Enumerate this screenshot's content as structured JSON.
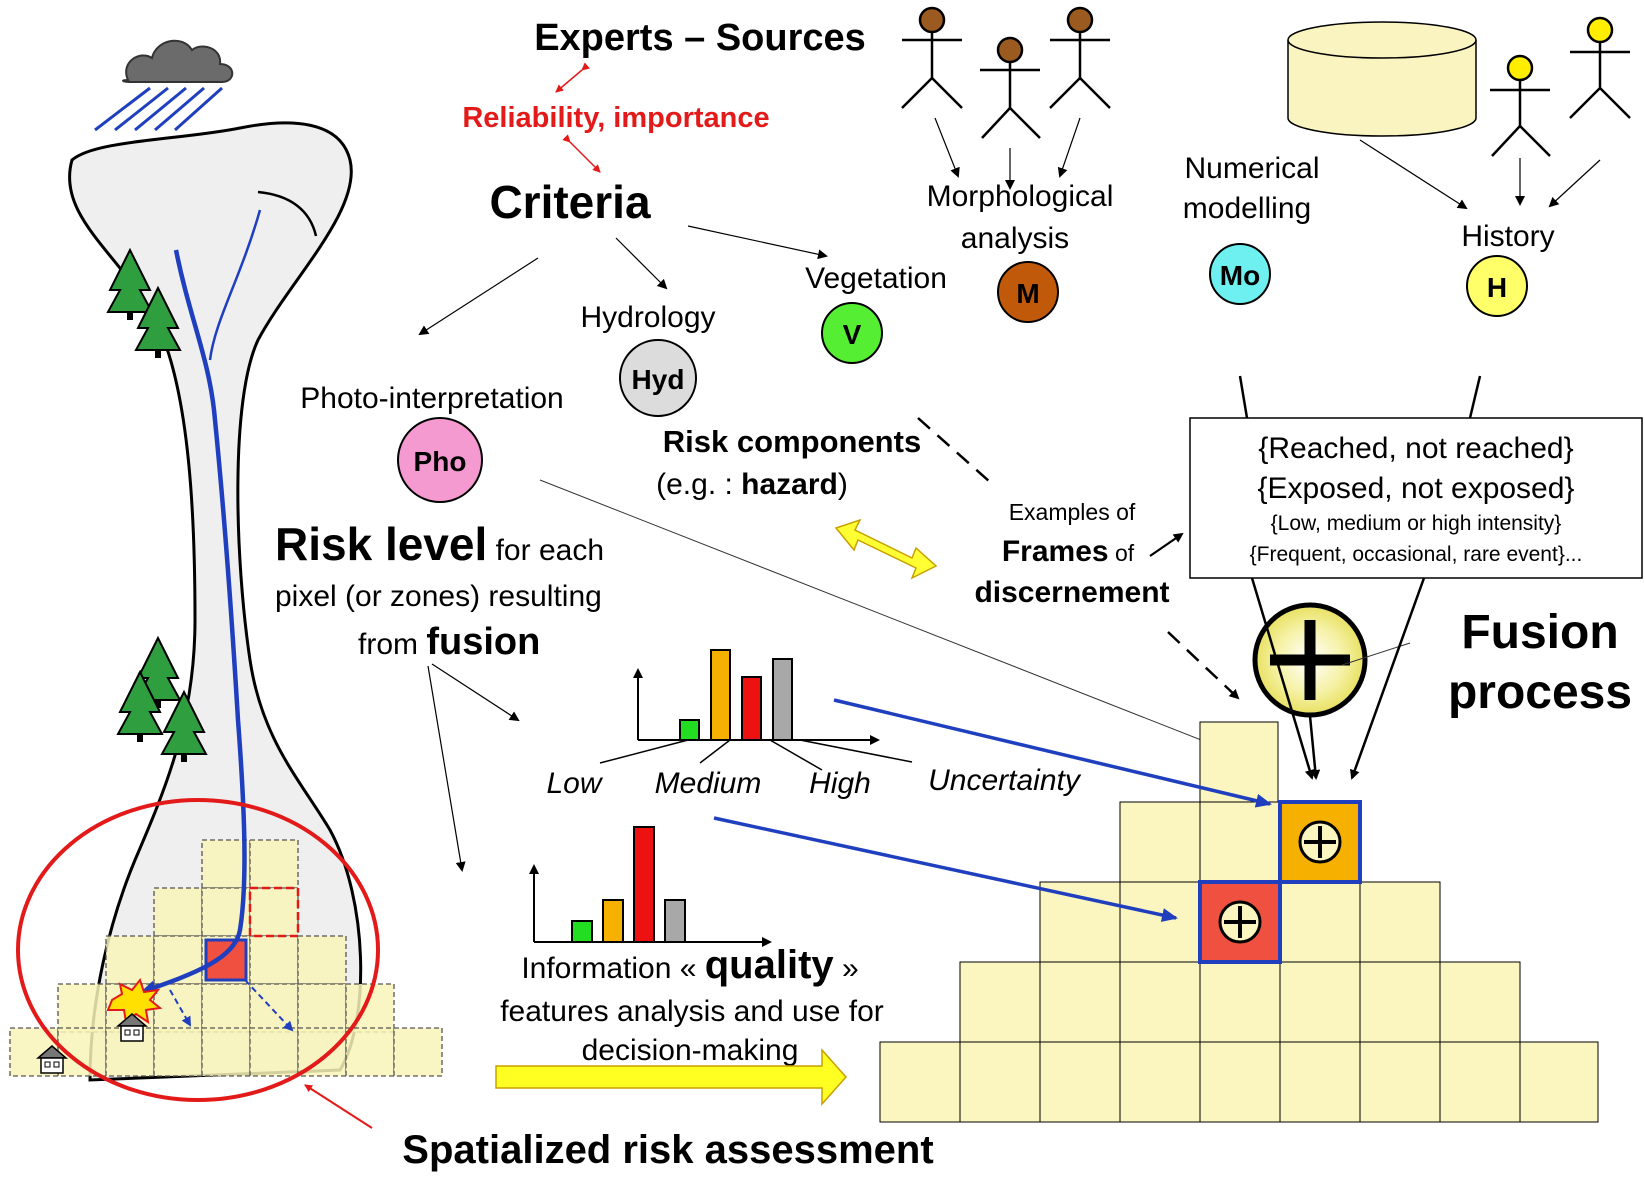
{
  "header": {
    "experts_sources": "Experts – Sources",
    "reliability": "Reliability, importance",
    "criteria": "Criteria"
  },
  "sources": {
    "morphological": [
      "Morphological",
      "analysis"
    ],
    "numerical": [
      "Numerical",
      "modelling"
    ],
    "history": "History",
    "vegetation": "Vegetation",
    "hydrology": "Hydrology",
    "photo": "Photo-interpretation"
  },
  "circles": {
    "M": "M",
    "Mo": "Mo",
    "H": "H",
    "V": "V",
    "Hyd": "Hyd",
    "Pho": "Pho"
  },
  "risk_components": {
    "title": "Risk components",
    "prefix": "(e.g. : ",
    "hazard": "hazard",
    "suffix": ")"
  },
  "risk_level": {
    "title": "Risk level",
    "line1_rest": " for each",
    "line2": "pixel (or zones) resulting",
    "line3_from": "from ",
    "line3_fusion": "fusion"
  },
  "frames": {
    "examples": "Examples of",
    "frames": "Frames",
    "of": " of",
    "discernement": "discernement",
    "box_lines": [
      "{Reached, not reached}",
      "{Exposed, not exposed}",
      "{Low, medium or high intensity}",
      "{Frequent, occasional, rare event}..."
    ]
  },
  "fusion": {
    "line1": "Fusion",
    "line2": "process"
  },
  "bar_labels": {
    "low": "Low",
    "medium": "Medium",
    "high": "High",
    "uncertainty": "Uncertainty"
  },
  "quality": {
    "info": "Information « ",
    "quality": "quality",
    "close": " »",
    "line2": "features analysis and use for",
    "line3": "decision-making"
  },
  "footer": {
    "spatialized": "Spatialized risk assessment"
  },
  "colors": {
    "low": "#22dd22",
    "medium": "#f5b000",
    "high": "#ee1111",
    "uncertainty": "#a8a8a8",
    "red_label": "#e31a1a",
    "blue_arrow": "#1f3fbf",
    "cell_fill": "#fbf6c0",
    "orange_cell": "#f5b000",
    "red_cell": "#f05040"
  },
  "chart_data": [
    {
      "type": "bar",
      "categories": [
        "Low",
        "Medium",
        "High",
        "Uncertainty"
      ],
      "values": [
        2,
        9,
        6.3,
        8.1
      ],
      "title": "",
      "xlabel": "",
      "ylabel": ""
    },
    {
      "type": "bar",
      "categories": [
        "Low",
        "Medium",
        "High",
        "Uncertainty"
      ],
      "values": [
        2.1,
        4.2,
        11.5,
        4.2
      ],
      "title": "",
      "xlabel": "",
      "ylabel": ""
    }
  ]
}
